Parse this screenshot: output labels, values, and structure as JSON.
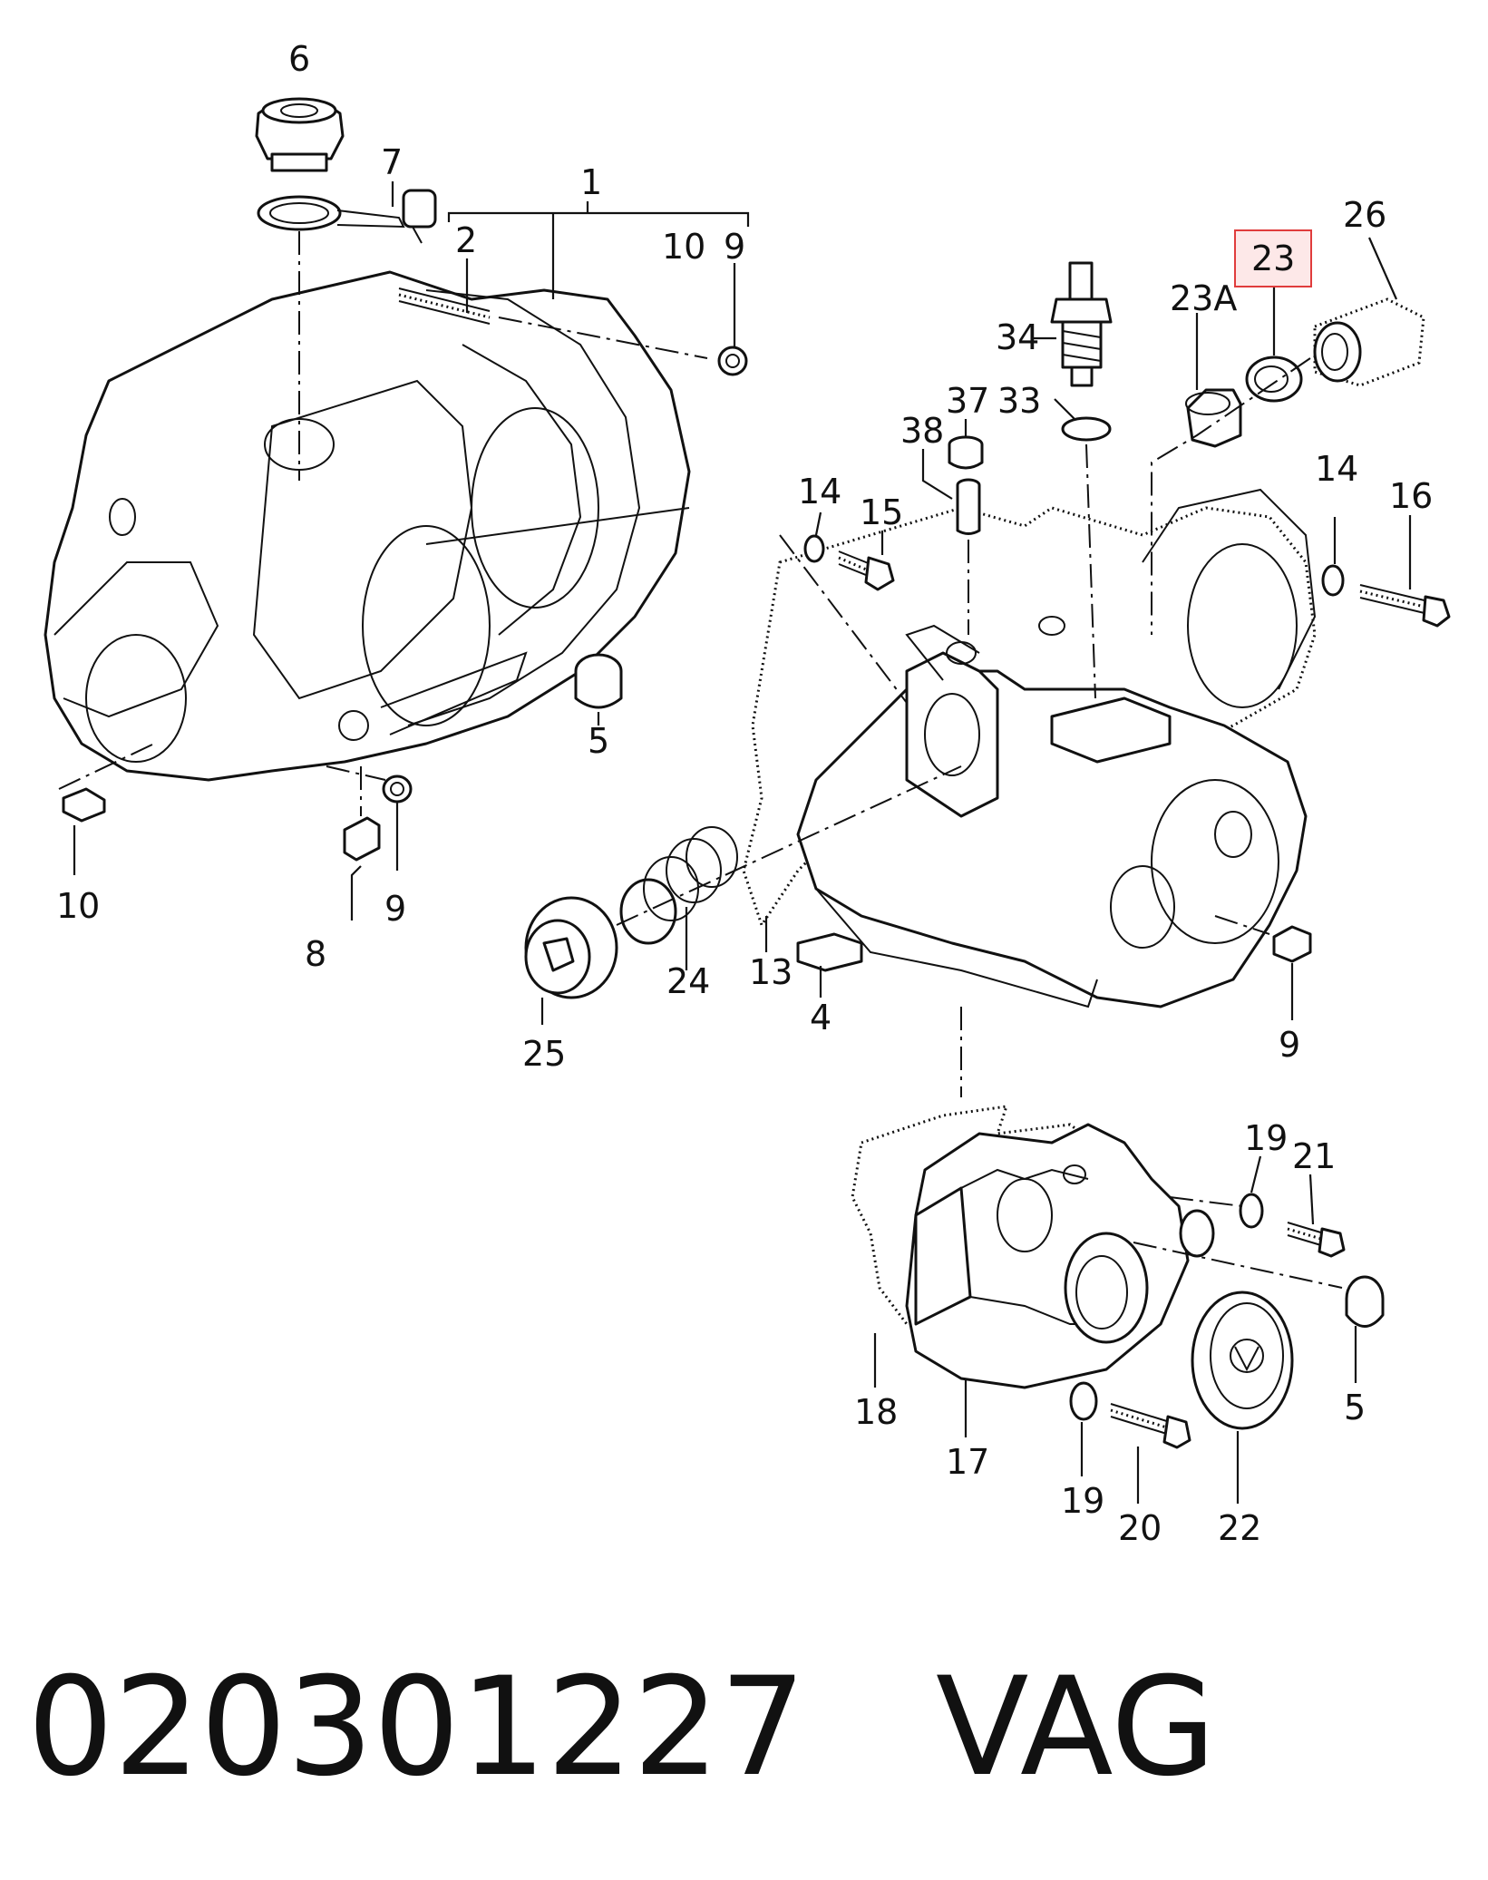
{
  "labels": {
    "l6": "6",
    "l7": "7",
    "l1": "1",
    "l2": "2",
    "l10a": "10",
    "l9a": "9",
    "l26": "26",
    "l23": "23",
    "l23A": "23A",
    "l34": "34",
    "l37": "37",
    "l33": "33",
    "l38": "38",
    "l14a": "14",
    "l15": "15",
    "l14b": "14",
    "l16": "16",
    "l5a": "5",
    "l10b": "10",
    "l9b": "9",
    "l8": "8",
    "l25": "25",
    "l24": "24",
    "l13": "13",
    "l4": "4",
    "l9c": "9",
    "l19a": "19",
    "l21": "21",
    "l18": "18",
    "l17": "17",
    "l19b": "19",
    "l20": "20",
    "l22": "22",
    "l5b": "5"
  },
  "highlight": {
    "label": "23",
    "color": "#e03c3c"
  },
  "caption": {
    "part_number": "020301227",
    "brand": "VAG"
  }
}
